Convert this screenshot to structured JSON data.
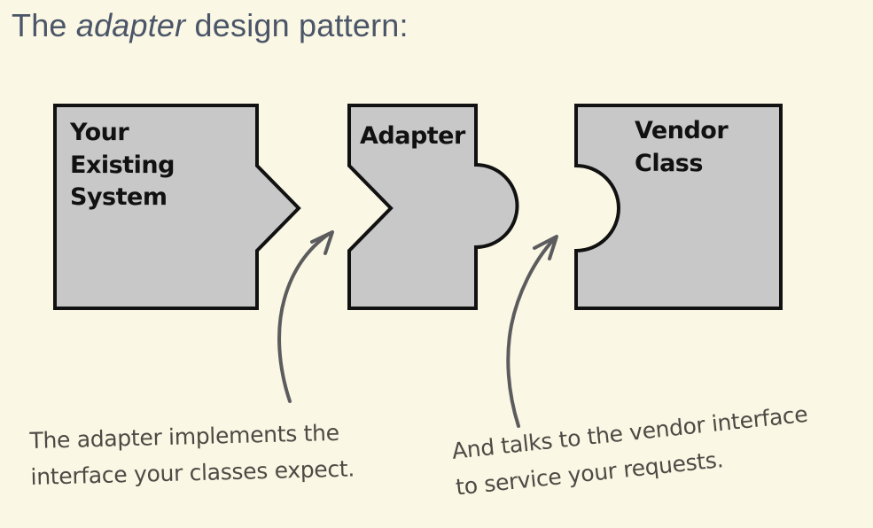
{
  "page": {
    "background": "#FAF7E4"
  },
  "title": {
    "part1": "The ",
    "part2_italic": "adapter",
    "part3": " design pattern:",
    "color": "#4A5568"
  },
  "pieces": [
    {
      "label": "Your\nExisting\nSystem"
    },
    {
      "label": "Adapter"
    },
    {
      "label": "Vendor\nClass"
    }
  ],
  "annotations": [
    {
      "text": "The adapter implements the\ninterface your classes expect."
    },
    {
      "text": "And talks to the vendor interface\nto service your requests."
    }
  ],
  "colors": {
    "piece_fill": "#C8C8C8",
    "piece_outline": "#111111",
    "arrow": "#5C5C5E",
    "caption_text": "#4D4A45",
    "label_text": "#111111"
  }
}
